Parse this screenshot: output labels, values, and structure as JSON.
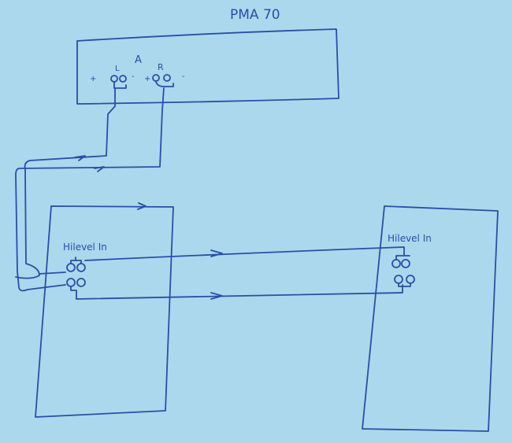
{
  "amplifier": {
    "title": "PMA 70",
    "channel_label": "A",
    "left_label": "L",
    "right_label": "R",
    "plus": "+",
    "minus": "-"
  },
  "left_speaker": {
    "input_label": "Hilevel In"
  },
  "right_speaker": {
    "input_label": "Hilevel In"
  },
  "colors": {
    "paper": "#abd8ec",
    "ink": "#2a4fa8"
  }
}
